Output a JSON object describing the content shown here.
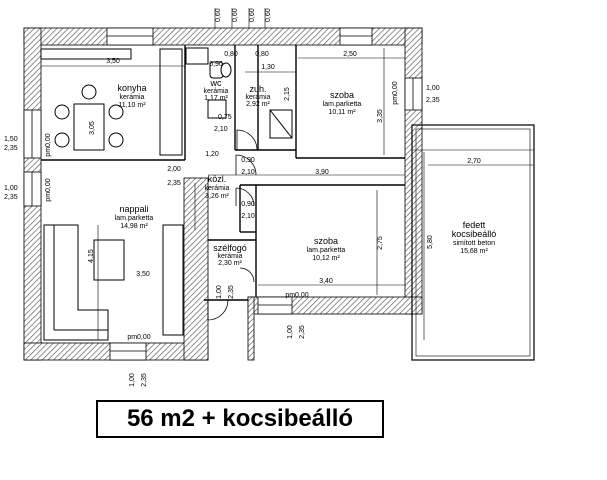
{
  "rooms": {
    "konyha": {
      "name": "konyha",
      "floor": "kerámia",
      "area": "11,10 m²"
    },
    "wc": {
      "name": "wc",
      "floor": "kerámia",
      "area": "1,17 m²"
    },
    "zuh": {
      "name": "zuh.",
      "floor": "kerámia",
      "area": "2,92 m²"
    },
    "szoba1": {
      "name": "szoba",
      "floor": "lam.parketta",
      "area": "10,11 m²"
    },
    "kozl": {
      "name": "közl.",
      "floor": "kerámia",
      "area": "3,26 m²"
    },
    "nappali": {
      "name": "nappali",
      "floor": "lam.parketta",
      "area": "14,98 m²"
    },
    "szelfogo": {
      "name": "szélfogó",
      "floor": "kerámia",
      "area": "2,30 m²"
    },
    "szoba2": {
      "name": "szoba",
      "floor": "lam.parketta",
      "area": "10,12 m²"
    },
    "kocsi": {
      "name1": "fedett",
      "name2": "kocsibeálló",
      "floor": "simított beton",
      "area": "15,68 m²"
    }
  },
  "dimensions": {
    "top_060_a": "0,60",
    "top_060_b": "0,60",
    "top_060_c": "0,60",
    "top_060_d": "0,60",
    "d_350_top": "3,50",
    "d_250": "2,50",
    "d_080a": "0,80",
    "d_080b": "0,80",
    "d_130": "1,30",
    "d_090": "0,90",
    "d_335": "3,35",
    "d_305": "3,05",
    "d_215": "2,15",
    "d_075": "0,75",
    "d_210_wc": "2,10",
    "d_120": "1,20",
    "d_200": "2,00",
    "d_235_door": "2,35",
    "d_090_d1": "0,90",
    "d_210_d1": "2,10",
    "d_390": "3,90",
    "d_090_d2": "0,90",
    "d_210_d2": "2,10",
    "d_415": "4,15",
    "d_350_mid": "3,50",
    "d_275": "2,75",
    "d_340": "3,40",
    "d_270": "2,70",
    "d_580": "5,80",
    "d_100_sz": "1,00",
    "d_235_sz": "2,35",
    "w_left1_a": "1,50",
    "w_left1_b": "2,35",
    "w_left2_a": "1,00",
    "w_left2_b": "2,35",
    "w_right_a": "1,00",
    "w_right_b": "2,35",
    "w_bot1_a": "1,00",
    "w_bot1_b": "2,35",
    "w_bot2_a": "1,00",
    "w_bot2_b": "2,35",
    "pm_left1": "pm0,00",
    "pm_left2": "pm0,00",
    "pm_right": "pm0,00",
    "pm_bottom": "pm0,00",
    "pm_mid": "pm0,00"
  },
  "footer": {
    "text": "56 m2 + kocsibeálló"
  }
}
